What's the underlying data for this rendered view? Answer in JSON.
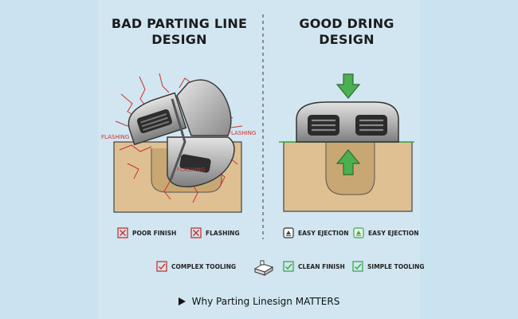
{
  "left": {
    "title_line1": "BAD PARTING LINE",
    "title_line2": "DESIGN",
    "flash_labels": [
      "FLASHING",
      "FLASHING",
      "FLASHING"
    ],
    "items": [
      {
        "label": "POOR FINISH",
        "icon": "red-x-icon"
      },
      {
        "label": "FLASHING",
        "icon": "red-x-icon"
      },
      {
        "label": "COMPLEX TOOLING",
        "icon": "red-check-icon"
      }
    ]
  },
  "right": {
    "title_line1": "GOOD DRING",
    "title_line2": "DESIGN",
    "items": [
      {
        "label": "EASY EJECTION",
        "icon": "ejection-icon"
      },
      {
        "label": "EASY EJECTION",
        "icon": "green-ejection-icon"
      },
      {
        "label": "CLEAN FINISH",
        "icon": "green-check-icon"
      },
      {
        "label": "SIMPLE TOOLING",
        "icon": "green-check-icon"
      }
    ]
  },
  "footer": "Why Parting Linesign MATTERS",
  "colors": {
    "bad": "#d0302b",
    "good": "#3ea84a",
    "mold": "#dec093",
    "arrow": "#4caf50"
  }
}
